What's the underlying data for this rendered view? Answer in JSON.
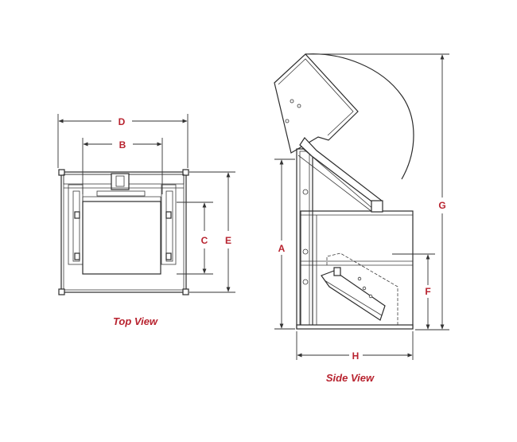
{
  "dimensions": {
    "a": "A",
    "b": "B",
    "c": "C",
    "d": "D",
    "e": "E",
    "f": "F",
    "g": "G",
    "h": "H"
  },
  "captions": {
    "top_view": "Top View",
    "side_view": "Side View"
  },
  "colors": {
    "label": "#b8232f",
    "line": "#2b2b2b"
  }
}
